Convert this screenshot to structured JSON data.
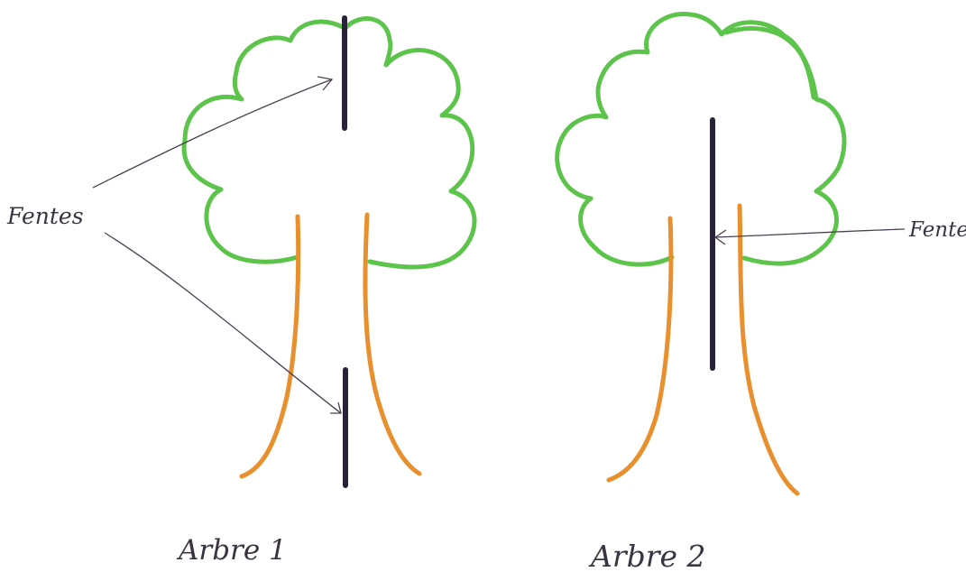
{
  "tree1": {
    "label": "Arbre 1",
    "annotation": "Fentes"
  },
  "tree2": {
    "label": "Arbre 2",
    "annotation": "Fente"
  },
  "colors": {
    "crown": "#5cc44a",
    "trunk": "#e8902e",
    "slit": "#2a2238",
    "ink": "#3a3340"
  }
}
